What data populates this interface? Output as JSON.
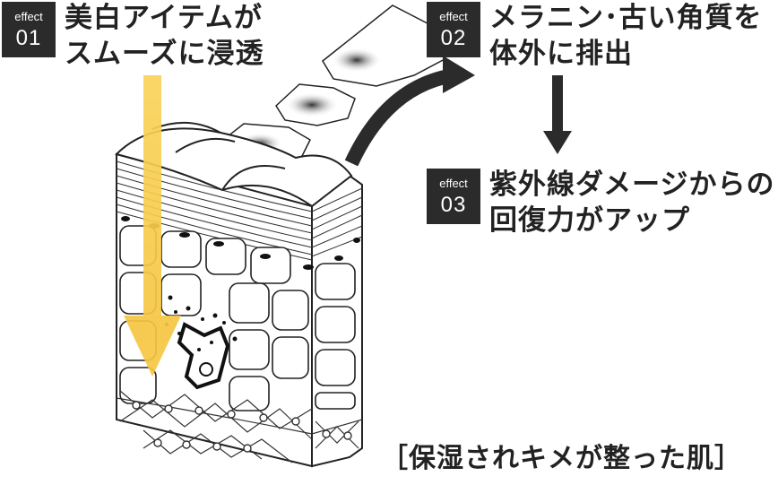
{
  "effects": [
    {
      "word": "effect",
      "number": "01",
      "line1": "美白アイテムが",
      "line2": "スムーズに浸透"
    },
    {
      "word": "effect",
      "number": "02",
      "line1": "メラニン･古い角質を",
      "line2": "体外に排出"
    },
    {
      "word": "effect",
      "number": "03",
      "line1": "紫外線ダメージからの",
      "line2": "回復力がアップ"
    }
  ],
  "caption": "［保湿されキメが整った肌］",
  "colors": {
    "accent": "#f6c643",
    "dark": "#2b2b2b"
  }
}
